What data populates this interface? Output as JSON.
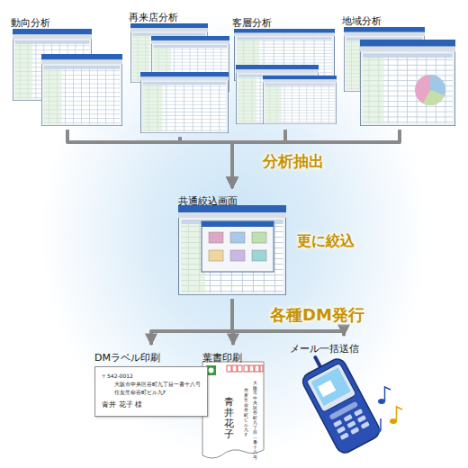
{
  "diagram": {
    "nodes": [
      {
        "text": [
          "動向分析"
        ]
      },
      {
        "text": [
          "再来店分析"
        ]
      },
      {
        "text": [
          "客層分析"
        ]
      },
      {
        "text": [
          "地域分析"
        ]
      },
      {
        "text": [
          "共通絞込画面"
        ]
      },
      {
        "text": [
          "DMラベル印刷",
          "〒542-0012",
          "大阪市中央区谷町九丁目一番十八号",
          "住友生命谷町ビル九F",
          "青井 花子 様"
        ]
      },
      {
        "text": [
          "葉書印刷",
          "大阪市中央区谷町九丁目一番十八号",
          "住友生命谷町ビル九F",
          "青井 花子"
        ]
      },
      {
        "text": [
          "メール一括送信"
        ]
      }
    ],
    "edges": [
      {
        "from": 0,
        "to": 4,
        "arrow": "to"
      },
      {
        "from": 1,
        "to": 4,
        "arrow": "to"
      },
      {
        "from": 2,
        "to": 4,
        "arrow": "to"
      },
      {
        "from": 3,
        "to": 4,
        "arrow": "to"
      },
      {
        "from": 4,
        "to": 5,
        "arrow": "to"
      },
      {
        "from": 4,
        "to": 6,
        "arrow": "to"
      },
      {
        "from": 4,
        "to": 7,
        "arrow": "to"
      }
    ],
    "labels": [
      "分析抽出",
      "更に絞込",
      "各種DM発行"
    ]
  }
}
